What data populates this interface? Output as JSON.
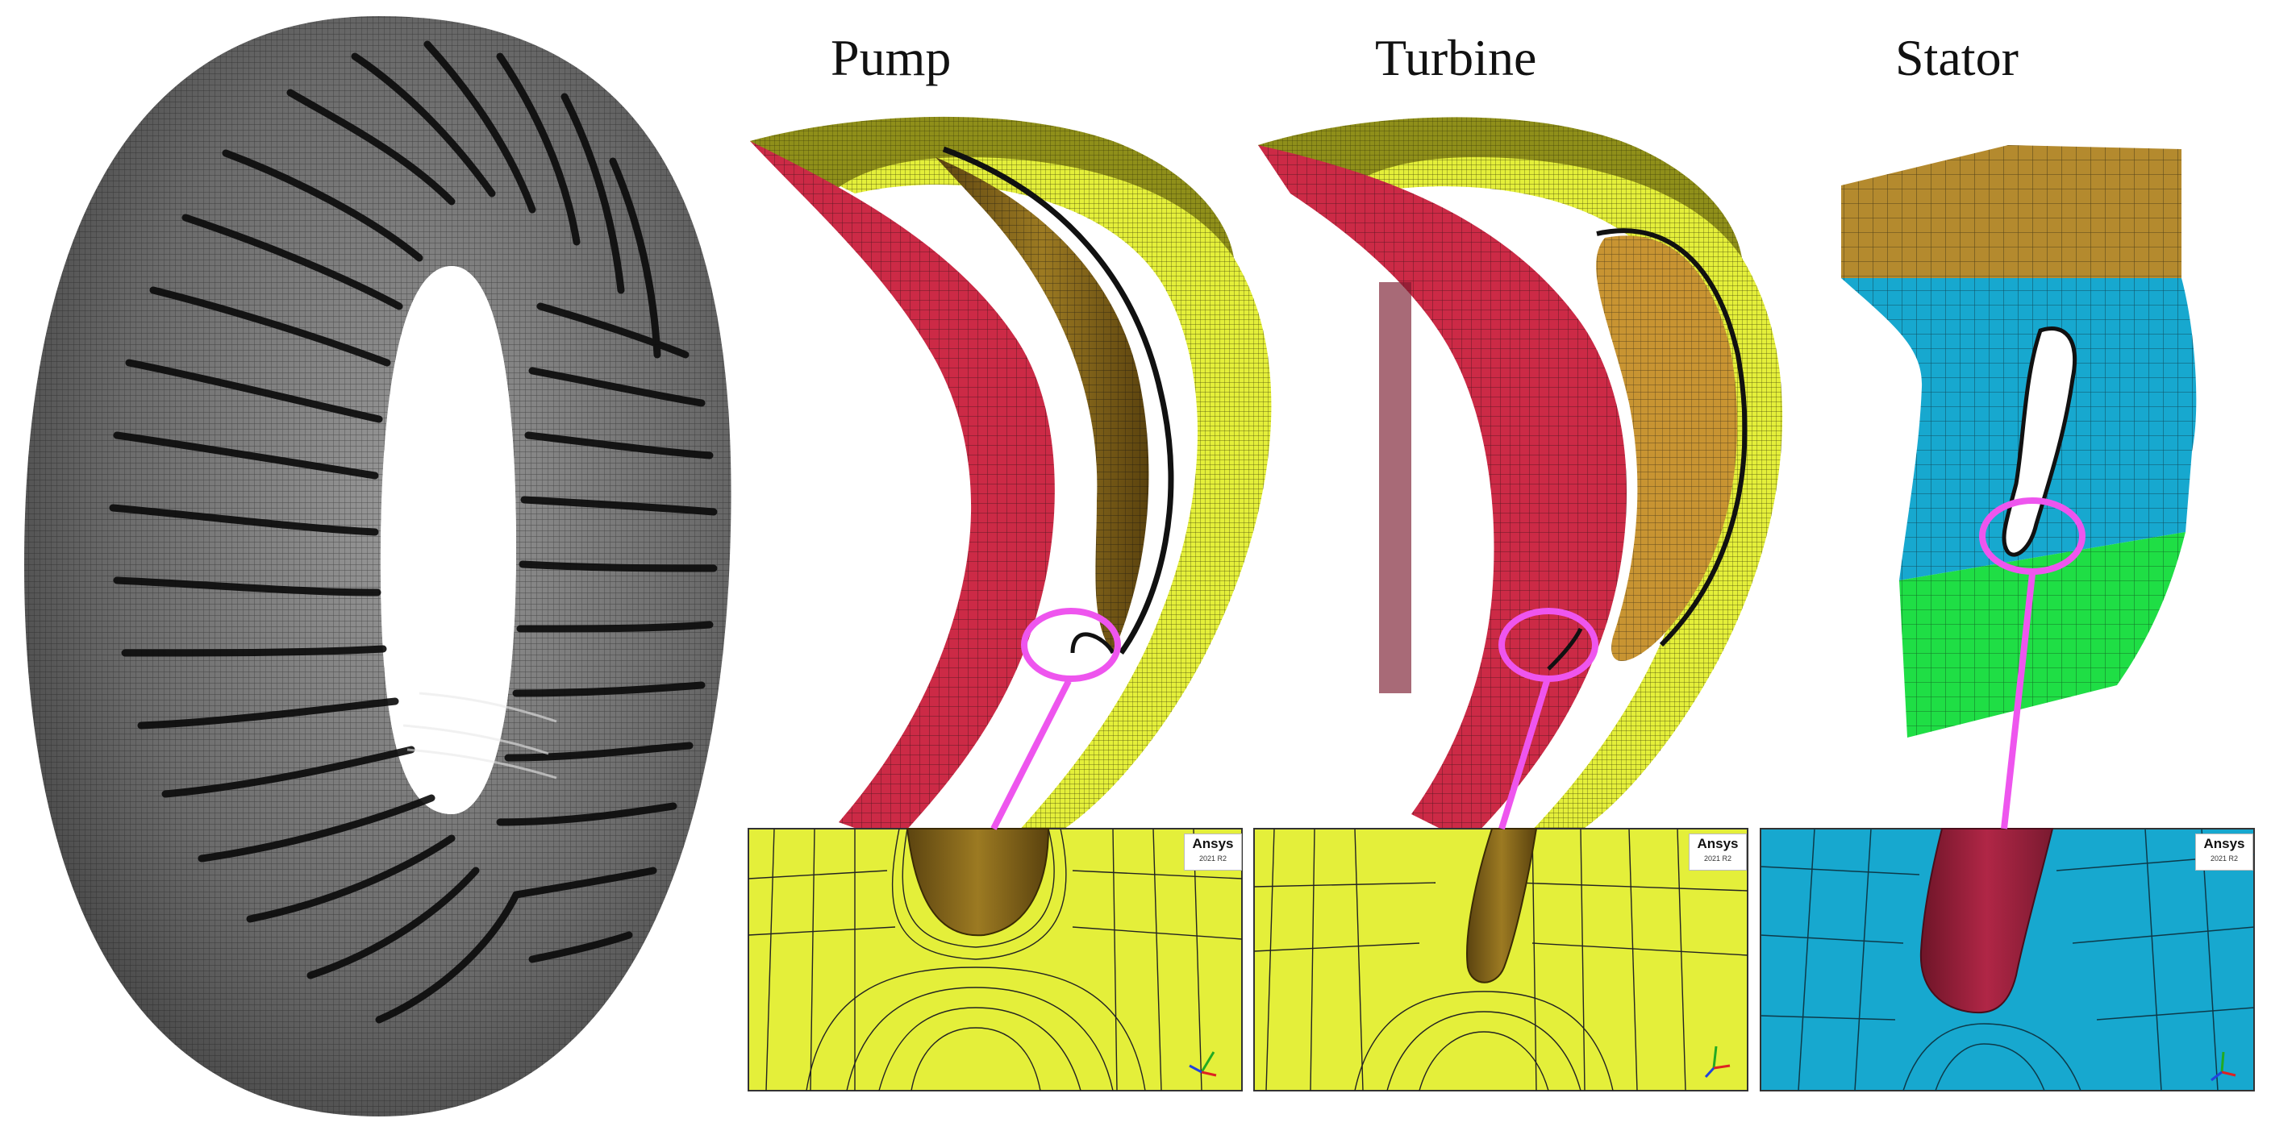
{
  "titles": {
    "pump": "Pump",
    "turbine": "Turbine",
    "stator": "Stator"
  },
  "ansys_tags": [
    {
      "brand": "Ansys",
      "version": "2021 R2"
    },
    {
      "brand": "Ansys",
      "version": "2021 R2"
    },
    {
      "brand": "Ansys",
      "version": "2021 R2"
    }
  ],
  "colors": {
    "mesh_yellow": "#e4ef3a",
    "crimson": "#cc2a46",
    "brown": "#8a6a17",
    "gold": "#c89432",
    "cyan": "#17a8cf",
    "green": "#1fde45",
    "callout": "#ee55ee",
    "torus_grey": "#6a6a6a"
  },
  "icons": [
    "triad-axes-icon",
    "zoom-callout-ring"
  ]
}
